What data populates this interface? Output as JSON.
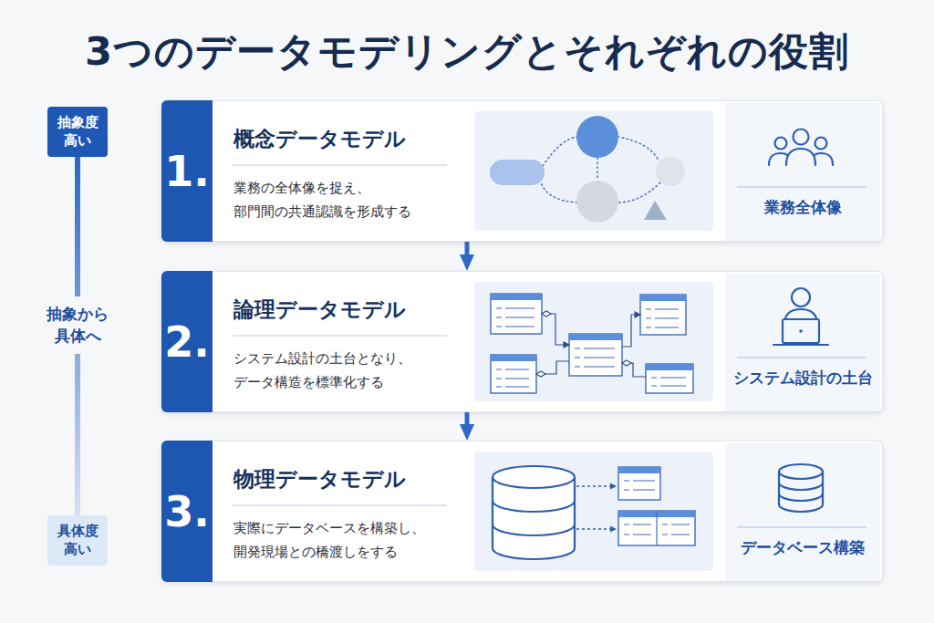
{
  "diagram": {
    "title": "3つのデータモデリングとそれぞれの役割",
    "nodes": [
      {
        "text": [
          "抽象度 高い"
        ]
      },
      {
        "text": [
          "概念データモデル",
          "業務の全体像を捉え、 部門間の共通認識を形成する"
        ]
      },
      {
        "text": [
          "1."
        ],
        "in": 1
      },
      {
        "text": [
          "業務全体像"
        ],
        "in": 1
      },
      {
        "text": [
          "論理データモデル",
          "システム設計の土台となり、 データ構造を標準化する"
        ]
      },
      {
        "text": [
          "2."
        ],
        "in": 4
      },
      {
        "text": [
          "システム設計の土台"
        ],
        "in": 4
      },
      {
        "text": [
          "物理データモデル",
          "実際にデータベースを構築し、 開発現場との橋渡しをする"
        ]
      },
      {
        "text": [
          "3."
        ],
        "in": 7
      },
      {
        "text": [
          "データベース構築"
        ],
        "in": 7
      },
      {
        "text": [
          "具体度 高い"
        ]
      }
    ],
    "edges": [
      {
        "from": 1,
        "to": 4,
        "arrow": "to"
      },
      {
        "from": 4,
        "to": 7,
        "arrow": "to"
      },
      {
        "from": 0,
        "to": 10,
        "label": "抽象から 具体へ",
        "arrow": "none"
      }
    ]
  }
}
